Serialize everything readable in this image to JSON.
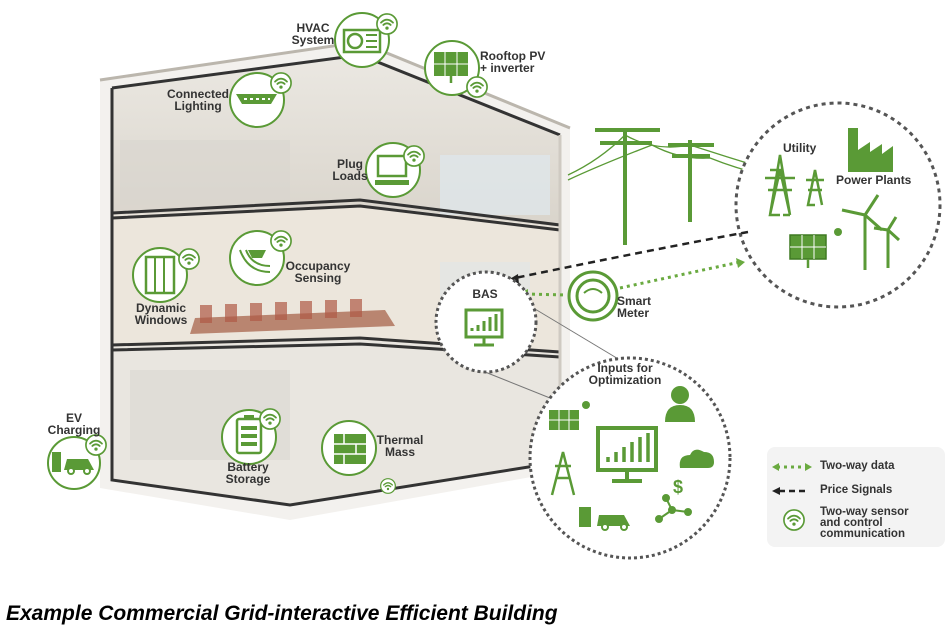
{
  "colors": {
    "green": "#5a9a36",
    "dark": "#333333",
    "wall": "#e6e3dd"
  },
  "labels": {
    "hvac": [
      "HVAC",
      "System"
    ],
    "rooftop": [
      "Rooftop PV",
      "+ inverter"
    ],
    "lighting": [
      "Connected",
      "Lighting"
    ],
    "plug": [
      "Plug",
      "Loads"
    ],
    "occupancy": [
      "Occupancy",
      "Sensing"
    ],
    "windows": [
      "Dynamic",
      "Windows"
    ],
    "bas": "BAS",
    "meter": [
      "Smart",
      "Meter"
    ],
    "utility": "Utility",
    "plants": "Power Plants",
    "inputs": [
      "Inputs for",
      "Optimization"
    ],
    "ev": [
      "EV",
      "Charging"
    ],
    "battery": [
      "Battery",
      "Storage"
    ],
    "thermal": [
      "Thermal",
      "Mass"
    ]
  },
  "legend": {
    "two_way": "Two-way data",
    "price": "Price Signals",
    "sensor": [
      "Two-way sensor",
      "and control",
      "communication"
    ]
  },
  "caption": "Example Commercial Grid-interactive Efficient Building"
}
